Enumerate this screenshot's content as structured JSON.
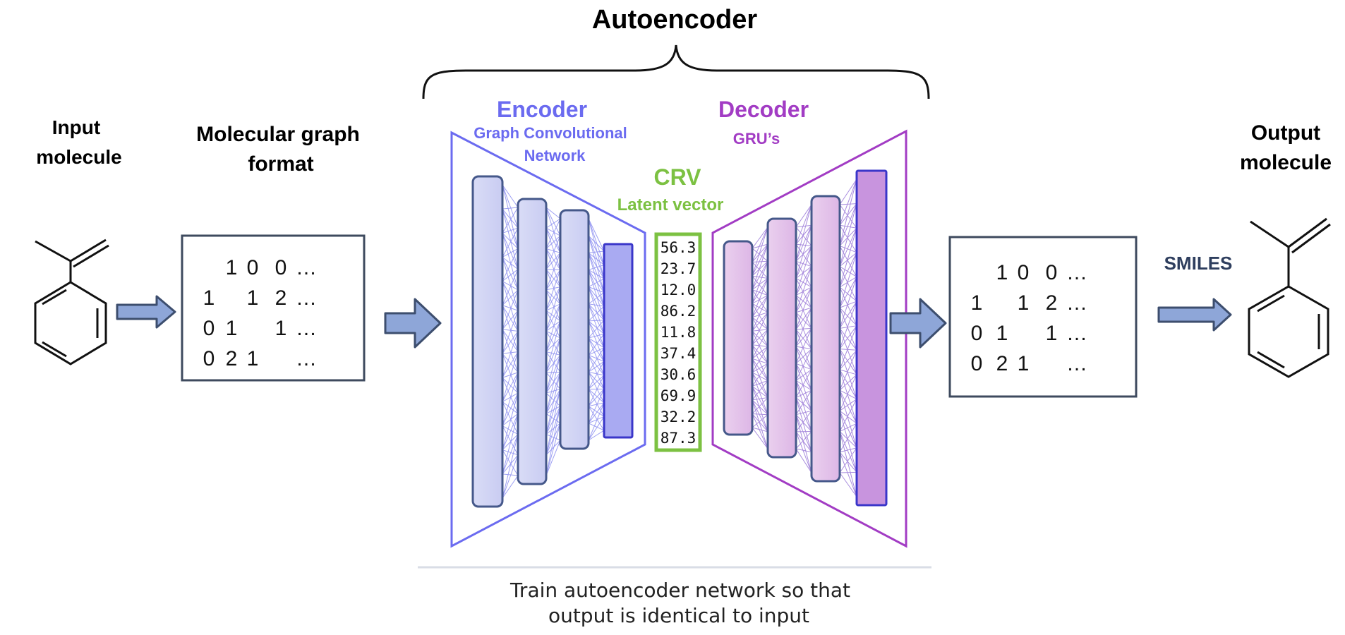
{
  "title": "Autoencoder",
  "input": {
    "label_line1": "Input",
    "label_line2": "molecule"
  },
  "graph_format": {
    "label_line1": "Molecular graph",
    "label_line2": "format"
  },
  "encoder": {
    "title": "Encoder",
    "sub1": "Graph Convolutional",
    "sub2": "Network"
  },
  "decoder": {
    "title": "Decoder",
    "sub1": "GRU’s"
  },
  "crv": {
    "title": "CRV",
    "subtitle": "Latent vector",
    "values": [
      "56.3",
      "23.7",
      "12.0",
      "86.2",
      "11.8",
      "37.4",
      "30.6",
      "69.9",
      "32.2",
      "87.3"
    ]
  },
  "output": {
    "label_line1": "Output",
    "label_line2": "molecule",
    "smiles": "SMILES"
  },
  "matrix_rows": [
    [
      "",
      "1",
      "0",
      "0",
      "…"
    ],
    [
      "1",
      "",
      "1",
      "2",
      "…"
    ],
    [
      "0",
      "1",
      "",
      "1",
      "…"
    ],
    [
      "0",
      "2",
      "1",
      "",
      "…"
    ]
  ],
  "caption": {
    "line1": "Train autoencoder network so that",
    "line2": "output is identical to input"
  },
  "colors": {
    "encoder": "#6b6bf0",
    "decoder": "#a23cc4",
    "crv": "#7cc142",
    "arrow_fill": "#8ea6d8",
    "arrow_stroke": "#3d4e6e",
    "box_stroke": "#3e4a5e",
    "smiles": "#2e3e5e"
  }
}
